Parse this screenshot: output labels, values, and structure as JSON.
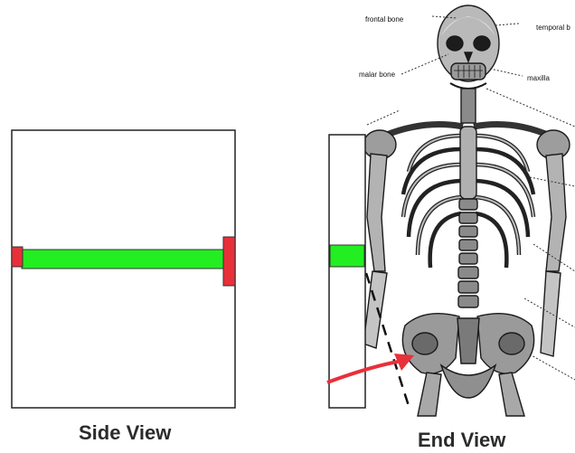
{
  "side_view": {
    "caption": "Side View",
    "colors": {
      "bar": "#22ee22",
      "end_cap": "#e8303a",
      "frame": "#222222"
    }
  },
  "end_view": {
    "caption": "End View",
    "colors": {
      "bar": "#22ee22",
      "arrow": "#e8303a",
      "frame": "#222222"
    },
    "skeleton_labels": {
      "frontal": "frontal bone",
      "temporal": "temporal b",
      "malar": "malar bone",
      "maxilla": "maxilla"
    }
  }
}
